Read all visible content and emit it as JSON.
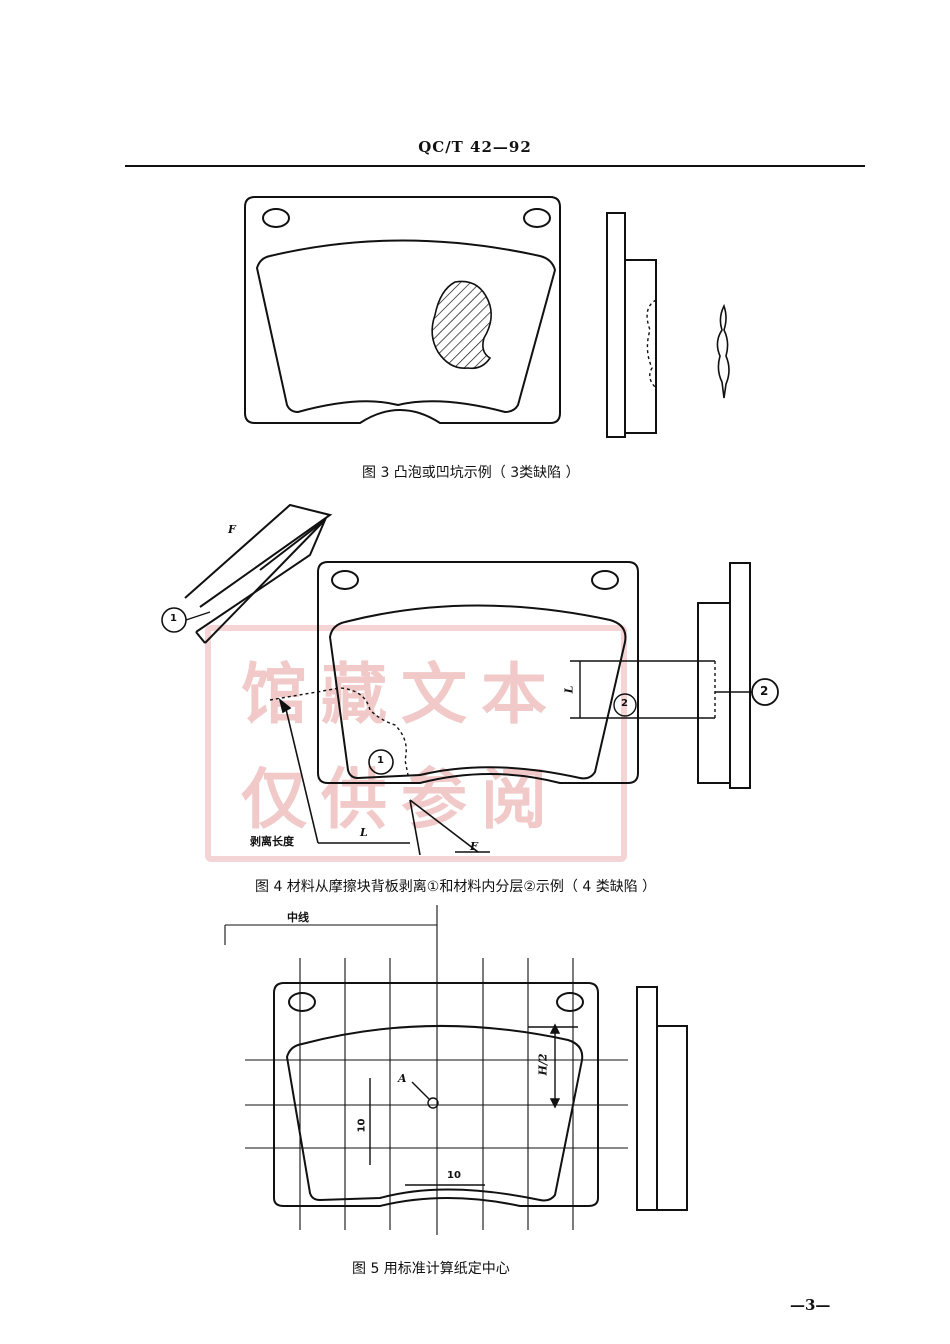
{
  "header": {
    "standard_no": "QC/T 42—92"
  },
  "figure3": {
    "caption": "图 3    凸泡或凹坑示例（ 3类缺陷 ）"
  },
  "figure4": {
    "caption": "图 4    材料从摩擦块背板剥离①和材料内分层②示例（ 4 类缺陷 ）",
    "label_F_top": "F",
    "label_F_bottom": "F",
    "label_L": "L",
    "label_L_right": "L",
    "label_peel_length": "剥离长度",
    "marker_1_left": "1",
    "marker_1_center": "1",
    "marker_2_right": "2",
    "marker_2_side": "2"
  },
  "figure5": {
    "caption": "图 5    用标准计算纸定中心",
    "label_centerline": "中线",
    "label_A": "A",
    "label_H2": "H/2",
    "label_10_vertical": "10",
    "label_10_horizontal": "10"
  },
  "stamp": {
    "line1": "馆藏文本",
    "line2": "仅供参阅"
  },
  "page_number": "—3—"
}
